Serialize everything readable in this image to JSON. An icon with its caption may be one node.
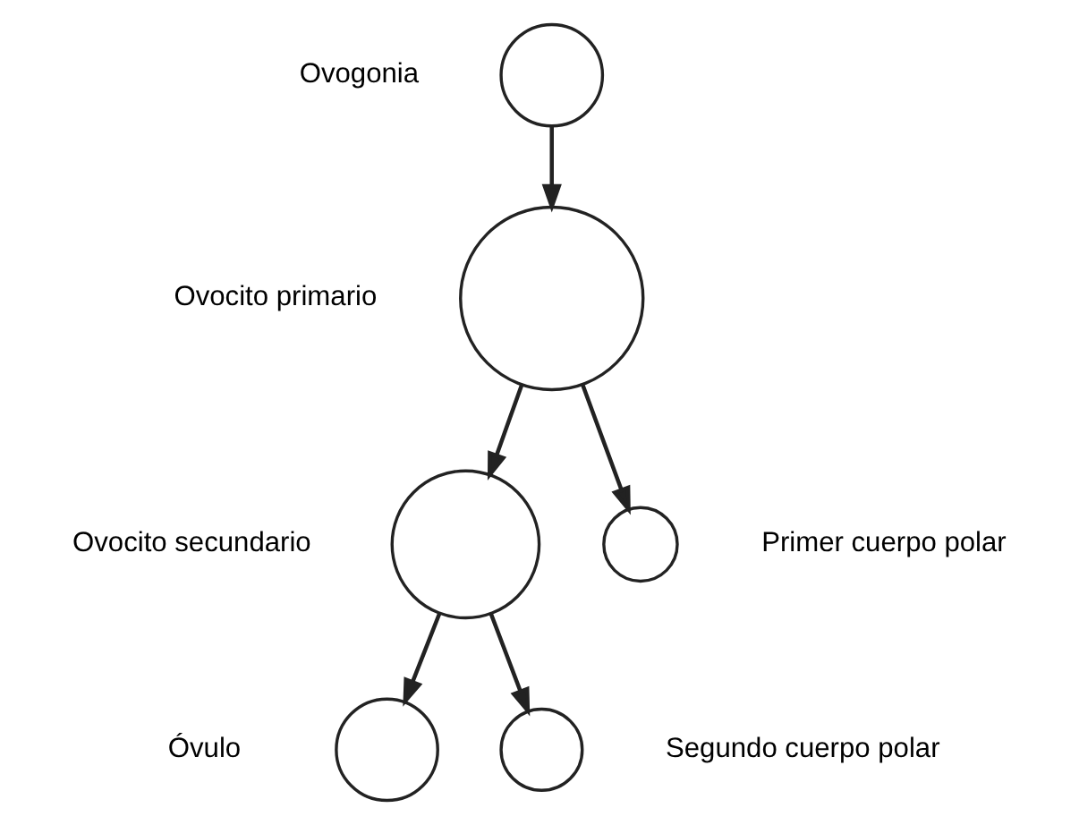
{
  "diagram": {
    "nodes": [
      {
        "text": [],
        "shape": "circle",
        "beside": [
          "Ovogonia"
        ]
      },
      {
        "text": [],
        "shape": "circle",
        "beside": [
          "Ovocito primario"
        ]
      },
      {
        "text": [],
        "shape": "circle",
        "beside": [
          "Ovocito secundario"
        ]
      },
      {
        "text": [],
        "shape": "circle",
        "beside": [
          "Primer cuerpo polar"
        ]
      },
      {
        "text": [],
        "shape": "circle",
        "beside": [
          "Óvulo"
        ]
      },
      {
        "text": [],
        "shape": "circle",
        "beside": [
          "Segundo cuerpo polar"
        ]
      }
    ],
    "edges": [
      {
        "from": 0,
        "to": 1,
        "arrow": "to"
      },
      {
        "from": 1,
        "to": 2,
        "arrow": "to"
      },
      {
        "from": 1,
        "to": 3,
        "arrow": "to"
      },
      {
        "from": 2,
        "to": 4,
        "arrow": "to"
      },
      {
        "from": 2,
        "to": 5,
        "arrow": "to"
      }
    ]
  }
}
